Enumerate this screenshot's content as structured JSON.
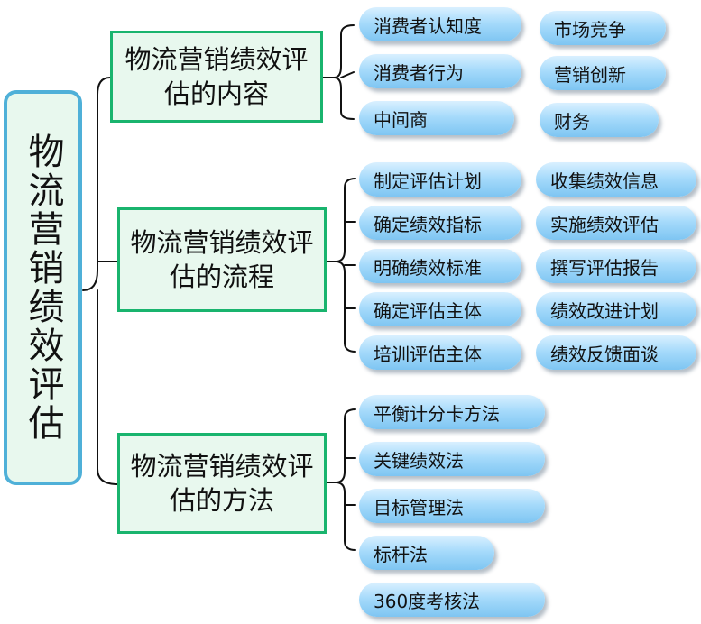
{
  "root": {
    "title": "物流营销绩效评估"
  },
  "categories": [
    {
      "title": "物流营销绩效评估的内容",
      "items": [
        "消费者认知度",
        "消费者行为",
        "中间商",
        "市场竞争",
        "营销创新",
        "财务"
      ]
    },
    {
      "title": "物流营销绩效评估的流程",
      "items": [
        "制定评估计划",
        "确定绩效指标",
        "明确绩效标准",
        "确定评估主体",
        "培训评估主体",
        "收集绩效信息",
        "实施绩效评估",
        "撰写评估报告",
        "绩效改进计划",
        "绩效反馈面谈"
      ]
    },
    {
      "title": "物流营销绩效评估的方法",
      "items": [
        "平衡计分卡方法",
        "关键绩效法",
        "目标管理法",
        "标杆法",
        "360度考核法"
      ]
    }
  ],
  "colors": {
    "root_border": "#4fb0d8",
    "category_border": "#19b46e",
    "box_fill": "#e8f8ee",
    "pill_light": "#d9f0ff",
    "pill_dark": "#7ec5f2",
    "connector": "#111111"
  }
}
